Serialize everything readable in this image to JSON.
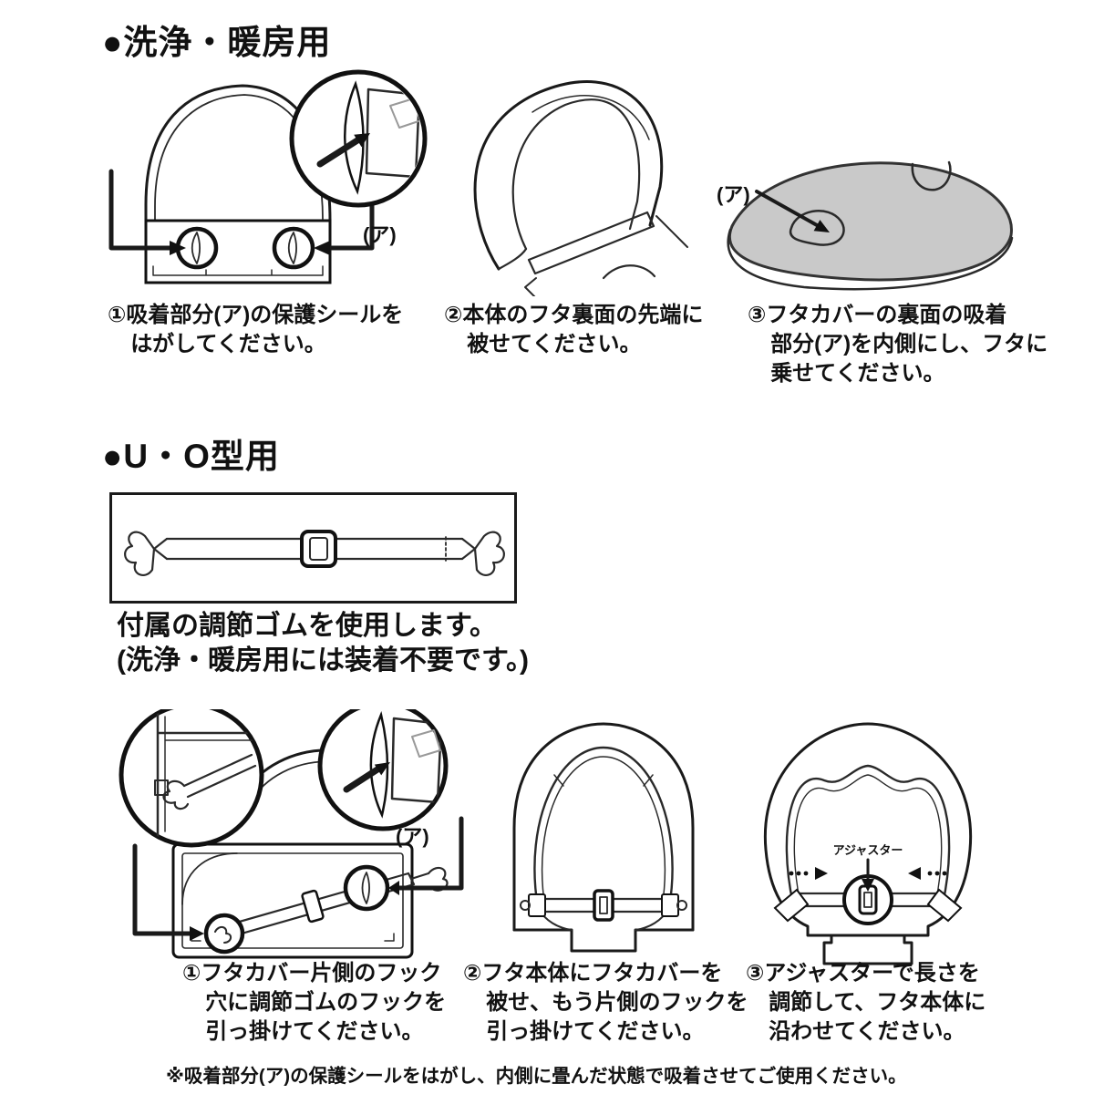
{
  "colors": {
    "background": "#ffffff",
    "line": "#1a1a1a",
    "lid_fill": "#c9c9c9"
  },
  "washlet_section": {
    "title": "●洗浄・暖房用",
    "diagram1_label_a": "(ア)",
    "diagram3_label_a": "(ア)",
    "steps": [
      {
        "text": "①吸着部分(ア)の保護シールを\nはがしてください。"
      },
      {
        "text": "②本体のフタ裏面の先端に\n被せてください。"
      },
      {
        "text": "③フタカバーの裏面の吸着\n部分(ア)を内側にし、フタに\n乗せてください。"
      }
    ]
  },
  "uo_section": {
    "title": "●U・O型用",
    "band_note": "付属の調節ゴムを使用します。\n(洗浄・暖房用には装着不要です。)",
    "diagram1_label_a": "(ア)",
    "diagram3_adjuster_label": "アジャスター",
    "steps": [
      {
        "text": "①フタカバー片側のフック\n穴に調節ゴムのフックを\n引っ掛けてください。"
      },
      {
        "text": "②フタ本体にフタカバーを\n被せ、もう片側のフックを\n引っ掛けてください。"
      },
      {
        "text": "③アジャスターで長さを\n調節して、フタ本体に\n沿わせてください。"
      }
    ]
  },
  "footer_note": "※吸着部分(ア)の保護シールをはがし、内側に畳んだ状態で吸着させてご使用ください。"
}
